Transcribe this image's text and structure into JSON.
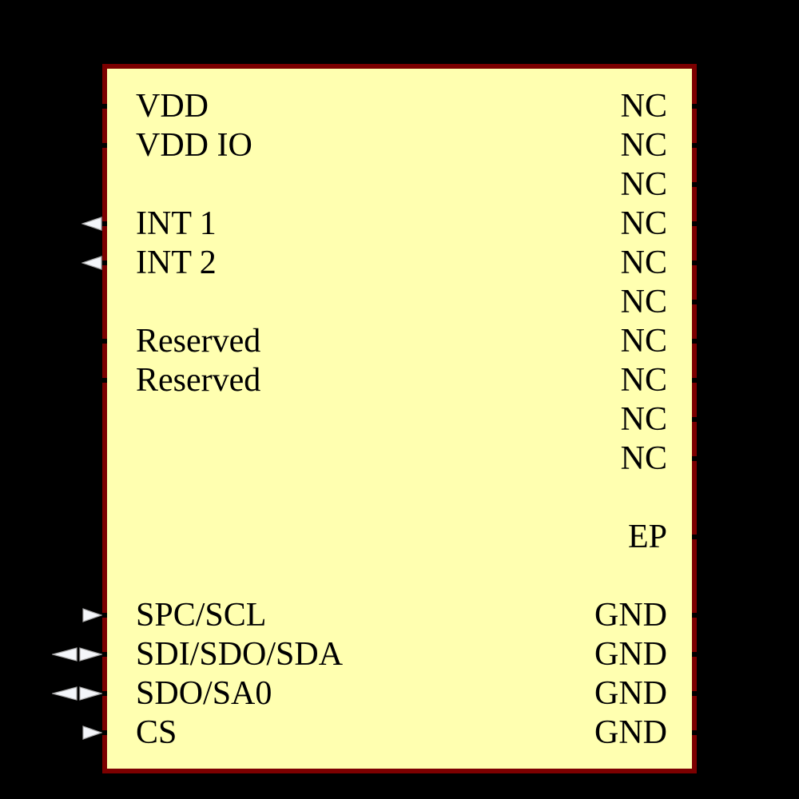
{
  "symbol": {
    "kind": "schematic-ic-symbol",
    "body_fill": "#FFFFB0",
    "body_border": "#7C0000",
    "background": "#000000",
    "text_color": "#000000",
    "arrow_fill": "#F4F6FA",
    "arrow_stroke": "#AAAAAA",
    "stub_color": "#000000",
    "pins": {
      "left": [
        {
          "label": "VDD",
          "row": 1,
          "direction": "none"
        },
        {
          "label": "VDD IO",
          "row": 2,
          "direction": "none"
        },
        {
          "label": "INT 1",
          "row": 4,
          "direction": "output"
        },
        {
          "label": "INT 2",
          "row": 5,
          "direction": "output"
        },
        {
          "label": "Reserved",
          "row": 7,
          "direction": "none"
        },
        {
          "label": "Reserved",
          "row": 8,
          "direction": "none"
        },
        {
          "label": "SPC/SCL",
          "row": 14,
          "direction": "input"
        },
        {
          "label": "SDI/SDO/SDA",
          "row": 15,
          "direction": "bidirectional"
        },
        {
          "label": "SDO/SA0",
          "row": 16,
          "direction": "bidirectional"
        },
        {
          "label": "CS",
          "row": 17,
          "direction": "input"
        }
      ],
      "right": [
        {
          "label": "NC",
          "row": 1,
          "direction": "none"
        },
        {
          "label": "NC",
          "row": 2,
          "direction": "none"
        },
        {
          "label": "NC",
          "row": 3,
          "direction": "none"
        },
        {
          "label": "NC",
          "row": 4,
          "direction": "none"
        },
        {
          "label": "NC",
          "row": 5,
          "direction": "none"
        },
        {
          "label": "NC",
          "row": 6,
          "direction": "none"
        },
        {
          "label": "NC",
          "row": 7,
          "direction": "none"
        },
        {
          "label": "NC",
          "row": 8,
          "direction": "none"
        },
        {
          "label": "NC",
          "row": 9,
          "direction": "none"
        },
        {
          "label": "NC",
          "row": 10,
          "direction": "none"
        },
        {
          "label": "EP",
          "row": 12,
          "direction": "none"
        },
        {
          "label": "GND",
          "row": 14,
          "direction": "none"
        },
        {
          "label": "GND",
          "row": 15,
          "direction": "none"
        },
        {
          "label": "GND",
          "row": 16,
          "direction": "none"
        },
        {
          "label": "GND",
          "row": 17,
          "direction": "none"
        }
      ]
    }
  }
}
